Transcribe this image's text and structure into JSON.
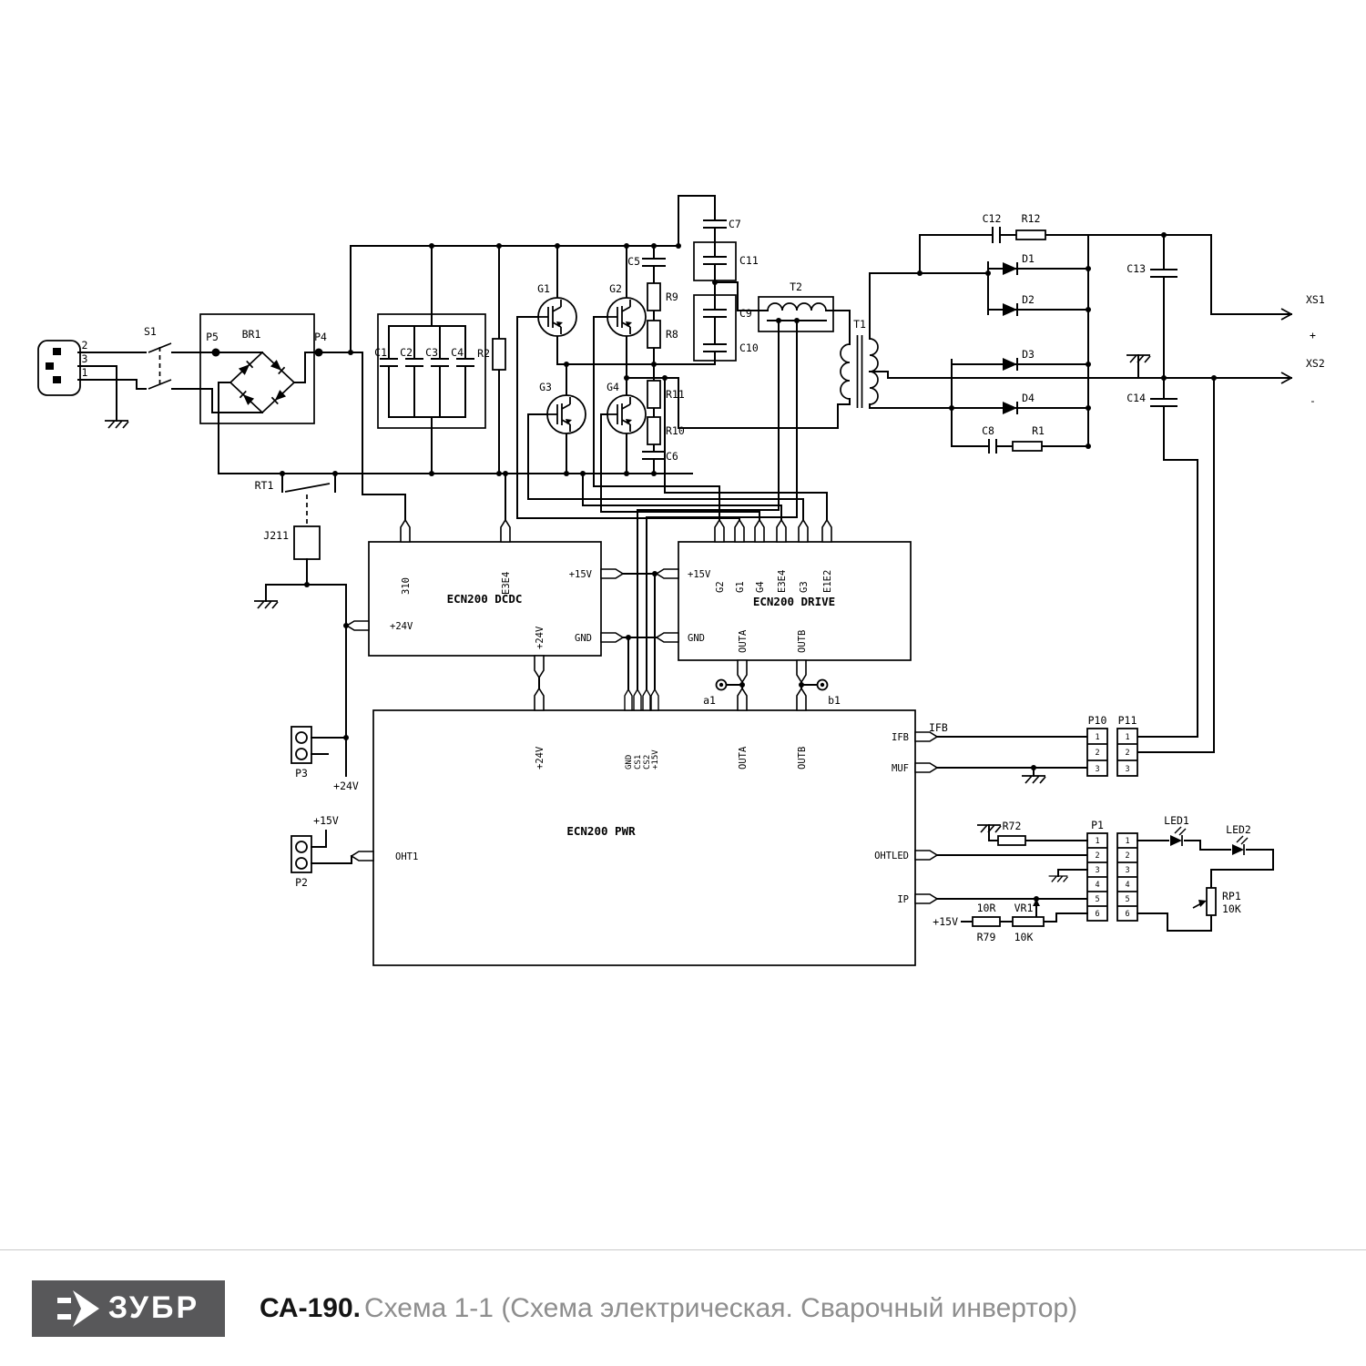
{
  "footer": {
    "logo_text": "ЗУБР",
    "model": "СА-190.",
    "title": "Схема 1-1 (Схема электрическая. Сварочный инвертор)"
  },
  "input": {
    "pin2": "2",
    "pin3": "3",
    "pin1": "1",
    "s1": "S1",
    "p5": "P5",
    "br1": "BR1",
    "p4": "P4"
  },
  "bus": {
    "c1": "C1",
    "c2": "C2",
    "c3": "C3",
    "c4": "C4",
    "r2": "R2"
  },
  "bridge": {
    "g1": "G1",
    "g2": "G2",
    "g3": "G3",
    "g4": "G4",
    "r9": "R9",
    "r8": "R8",
    "r11": "R11",
    "r10": "R10",
    "c5": "C5",
    "c6": "C6",
    "c7": "C7",
    "c11": "C11",
    "c9": "C9",
    "c10": "C10"
  },
  "trans": {
    "t1": "T1",
    "t2": "T2"
  },
  "out": {
    "c12": "C12",
    "r12": "R12",
    "d1": "D1",
    "d2": "D2",
    "d3": "D3",
    "d4": "D4",
    "c8": "C8",
    "r1": "R1",
    "c13": "C13",
    "c14": "C14",
    "xs1": "XS1",
    "xs1_pol": "+",
    "xs2": "XS2",
    "xs2_pol": "-"
  },
  "relay": {
    "rt1": "RT1",
    "j211": "J211"
  },
  "nets": {
    "v15": "+15V",
    "v24": "+24V",
    "gnd": "GND",
    "outa": "OUTA",
    "outb": "OUTB",
    "e3e4": "E3E4",
    "ifb": "IFB"
  },
  "dcdc": {
    "title": "ECN200 DCDC",
    "pin_310": "310"
  },
  "drive": {
    "title": "ECN200 DRIVE",
    "g2": "G2",
    "g1": "G1",
    "g4": "G4",
    "g3": "G3",
    "e1e2": "E1E2",
    "a1": "a1",
    "b1": "b1"
  },
  "pwr": {
    "title": "ECN200 PWR",
    "cs1": "CS1",
    "cs2": "CS2",
    "oht1": "OHT1",
    "ifb": "IFB",
    "muf": "MUF",
    "ohtled": "OHTLED",
    "ip": "IP"
  },
  "conn": {
    "p10": "P10",
    "p11": "P11",
    "p1": "P1",
    "p2": "P2",
    "p3": "P3",
    "n1": "1",
    "n2": "2",
    "n3": "3",
    "n4": "4",
    "n5": "5",
    "n6": "6"
  },
  "panel": {
    "r72": "R72",
    "led1": "LED1",
    "led2": "LED2",
    "rp1": "RP1",
    "rp1_val": "10K",
    "r79_val": "10R",
    "r79": "R79",
    "vr1": "VR1",
    "vr1_val": "10K"
  }
}
